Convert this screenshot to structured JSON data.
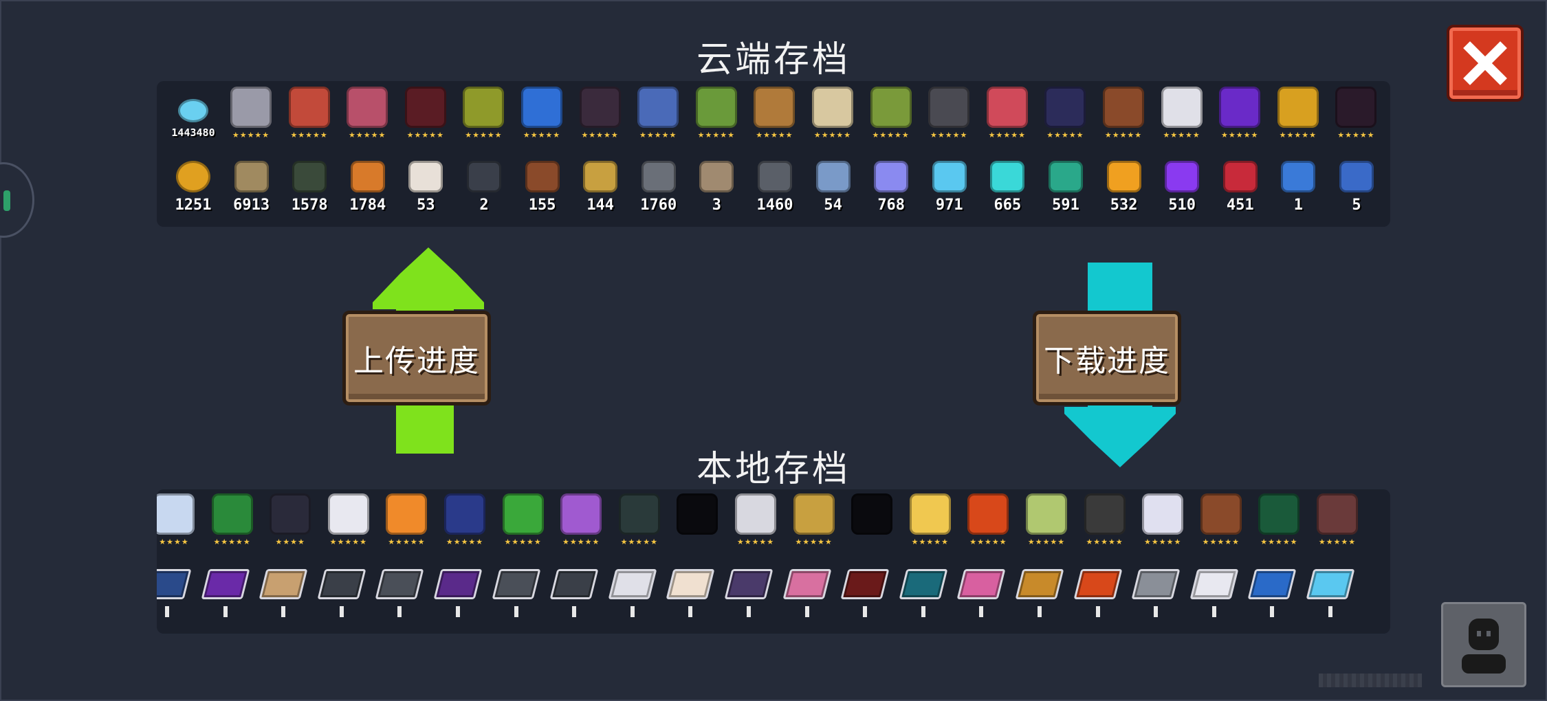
{
  "cloud_title": "云端存档",
  "local_title": "本地存档",
  "upload_button": "上传进度",
  "download_button": "下载进度",
  "colors": {
    "upload_arrow": "#7fe21c",
    "download_arrow": "#13c8cf",
    "close_button": "#d4391f",
    "sign_wood": "#8a6a4c",
    "panel": "#1b202c",
    "background": "#252b39"
  },
  "cloud_heroes": {
    "gem_count": "1443480",
    "gem_icon": "gem-icon",
    "heroes": [
      {
        "icon": "knight-hero-icon",
        "color": "#9a9aa8",
        "stars": "★★★★★"
      },
      {
        "icon": "rogue-hero-icon",
        "color": "#c24a3a",
        "stars": "★★★★★"
      },
      {
        "icon": "witch-hero-icon",
        "color": "#b8506a",
        "stars": "★★★★★"
      },
      {
        "icon": "assassin-hero-icon",
        "color": "#5a1c24",
        "stars": "★★★★★"
      },
      {
        "icon": "engineer-hero-icon",
        "color": "#8f9a2a",
        "stars": "★★★★★"
      },
      {
        "icon": "robot-hero-icon",
        "color": "#2f6fd6",
        "stars": "★★★★★"
      },
      {
        "icon": "vampire-hero-icon",
        "color": "#3a2a3c",
        "stars": "★★★★★"
      },
      {
        "icon": "paladin-hero-icon",
        "color": "#4a6ab8",
        "stars": "★★★★★"
      },
      {
        "icon": "elf-hero-icon",
        "color": "#6a9a3a",
        "stars": "★★★★★"
      },
      {
        "icon": "werewolf-hero-icon",
        "color": "#b07a3a",
        "stars": "★★★★★"
      },
      {
        "icon": "priest-hero-icon",
        "color": "#d8c8a0",
        "stars": "★★★★★"
      },
      {
        "icon": "druid-hero-icon",
        "color": "#7a9a3a",
        "stars": "★★★★★"
      },
      {
        "icon": "berserker-hero-icon",
        "color": "#4a4a52",
        "stars": "★★★★★"
      },
      {
        "icon": "taoist-hero-icon",
        "color": "#d04a5a",
        "stars": "★★★★★"
      },
      {
        "icon": "necromancer-hero-icon",
        "color": "#2c2c5a",
        "stars": "★★★★★"
      },
      {
        "icon": "officer-hero-icon",
        "color": "#8a4a2a",
        "stars": "★★★★★"
      },
      {
        "icon": "miko-hero-icon",
        "color": "#e0e0e8",
        "stars": "★★★★★"
      },
      {
        "icon": "wizard-hero-icon",
        "color": "#6a2ac8",
        "stars": "★★★★★"
      },
      {
        "icon": "pet-hero-icon",
        "color": "#d8a020",
        "stars": "★★★★★"
      },
      {
        "icon": "demon-hero-icon",
        "color": "#2a1a2a",
        "stars": "★★★★★"
      }
    ]
  },
  "cloud_materials": [
    {
      "icon": "gold-coin-icon",
      "color": "#e0a020",
      "count": "1251"
    },
    {
      "icon": "parchment-icon",
      "color": "#a08a60",
      "count": "6913"
    },
    {
      "icon": "battery-icon",
      "color": "#3a4a3a",
      "count": "1578"
    },
    {
      "icon": "copper-ore-icon",
      "color": "#d87a2a",
      "count": "1784"
    },
    {
      "icon": "cloth-bag-icon",
      "color": "#e8e0d8",
      "count": "53"
    },
    {
      "icon": "feather-icon",
      "color": "#3a3f4a",
      "count": "2"
    },
    {
      "icon": "tool-icon",
      "color": "#8a4a2a",
      "count": "155"
    },
    {
      "icon": "horn-icon",
      "color": "#c8a040",
      "count": "144"
    },
    {
      "icon": "gear-icon",
      "color": "#6a6f78",
      "count": "1760"
    },
    {
      "icon": "crate-icon",
      "color": "#a08a70",
      "count": "3"
    },
    {
      "icon": "iron-ore-icon",
      "color": "#5a5f68",
      "count": "1460"
    },
    {
      "icon": "blue-cloth-icon",
      "color": "#7a9ac8",
      "count": "54"
    },
    {
      "icon": "white-crystal-icon",
      "color": "#8a8af0",
      "count": "768"
    },
    {
      "icon": "ice-crystal-icon",
      "color": "#5ac8f0",
      "count": "971"
    },
    {
      "icon": "cyan-crystal-icon",
      "color": "#3ad8d8",
      "count": "665"
    },
    {
      "icon": "green-crystal-icon",
      "color": "#2aa88a",
      "count": "591"
    },
    {
      "icon": "orange-crystal-icon",
      "color": "#f0a020",
      "count": "532"
    },
    {
      "icon": "purple-crystal-icon",
      "color": "#8a3af0",
      "count": "510"
    },
    {
      "icon": "red-crystal-icon",
      "color": "#c82a3a",
      "count": "451"
    },
    {
      "icon": "blue-fish-icon",
      "color": "#3a7ad8",
      "count": "1"
    },
    {
      "icon": "blue-dragon-icon",
      "color": "#3a6ac8",
      "count": "5"
    }
  ],
  "local_skins": [
    {
      "icon": "ice-robot-skin-icon",
      "color": "#c8d8f0",
      "stars": "★★★★"
    },
    {
      "icon": "dark-knight-skin-icon",
      "color": "#2a8a3a",
      "stars": "★★★★★"
    },
    {
      "icon": "ninja-skin-icon",
      "color": "#2a2a3a",
      "stars": "★★★★"
    },
    {
      "icon": "angel-skin-icon",
      "color": "#e8e8f0",
      "stars": "★★★★★"
    },
    {
      "icon": "miner-skin-icon",
      "color": "#f08a2a",
      "stars": "★★★★★"
    },
    {
      "icon": "detective-skin-icon",
      "color": "#2a3a8a",
      "stars": "★★★★★"
    },
    {
      "icon": "frog-skin-icon",
      "color": "#3aa83a",
      "stars": "★★★★★"
    },
    {
      "icon": "sorceress-skin-icon",
      "color": "#a05ad0",
      "stars": "★★★★★"
    },
    {
      "icon": "ghost-girl-skin-icon",
      "color": "#2a3a3a",
      "stars": "★★★★★"
    },
    {
      "icon": "shadow-silhouette-icon",
      "color": "#0a0a0e",
      "stars": ""
    },
    {
      "icon": "king-skin-icon",
      "color": "#d8d8e0",
      "stars": "★★★★★"
    },
    {
      "icon": "anubis-skin-icon",
      "color": "#c8a040",
      "stars": "★★★★★"
    },
    {
      "icon": "shadow-silhouette-icon",
      "color": "#0a0a0e",
      "stars": ""
    },
    {
      "icon": "blonde-skin-icon",
      "color": "#f0c850",
      "stars": "★★★★★"
    },
    {
      "icon": "flame-girl-skin-icon",
      "color": "#d8481a",
      "stars": "★★★★★"
    },
    {
      "icon": "elf-girl-skin-icon",
      "color": "#b0c870",
      "stars": "★★★★★"
    },
    {
      "icon": "gangster-skin-icon",
      "color": "#3a3a3a",
      "stars": "★★★★★"
    },
    {
      "icon": "bunny-skin-icon",
      "color": "#e0e0f0",
      "stars": "★★★★★"
    },
    {
      "icon": "cowboy-skin-icon",
      "color": "#8a4a2a",
      "stars": "★★★★★"
    },
    {
      "icon": "chest-icon",
      "color": "#1a5a3a",
      "stars": "★★★★★"
    },
    {
      "icon": "book-icon",
      "color": "#6a3a3a",
      "stars": "★★★★★"
    }
  ],
  "local_items": [
    {
      "icon": "blueprint-card-icon",
      "color": "#2a4a8a"
    },
    {
      "icon": "magic-card-icon",
      "color": "#6a2aa8"
    },
    {
      "icon": "parchment-card-icon",
      "color": "#c8a070"
    },
    {
      "icon": "slate-card-icon",
      "color": "#3a3f48"
    },
    {
      "icon": "note-card-icon",
      "color": "#4a4f58"
    },
    {
      "icon": "purple-card-icon",
      "color": "#5a2a8a"
    },
    {
      "icon": "box-card-icon",
      "color": "#4a4f58"
    },
    {
      "icon": "dark-card-icon",
      "color": "#3a3f48"
    },
    {
      "icon": "paper-card-icon",
      "color": "#e0e0e8"
    },
    {
      "icon": "orange-card-icon",
      "color": "#f0e0d0"
    },
    {
      "icon": "shadow-card-icon",
      "color": "#4a3a6a"
    },
    {
      "icon": "pink-card-icon",
      "color": "#d870a0"
    },
    {
      "icon": "red-book-card-icon",
      "color": "#6a1a1a"
    },
    {
      "icon": "teal-card-icon",
      "color": "#1a6a7a"
    },
    {
      "icon": "rainbow-card-icon",
      "color": "#d860a0"
    },
    {
      "icon": "golden-card-icon",
      "color": "#c88a2a"
    },
    {
      "icon": "fire-card-icon",
      "color": "#d8481a"
    },
    {
      "icon": "grey-card-icon",
      "color": "#8a8f98"
    },
    {
      "icon": "white-card-icon",
      "color": "#e8e8f0"
    },
    {
      "icon": "blue-card-icon",
      "color": "#2a6ac8"
    },
    {
      "icon": "ticket-card-icon",
      "color": "#5ac8f0"
    }
  ]
}
